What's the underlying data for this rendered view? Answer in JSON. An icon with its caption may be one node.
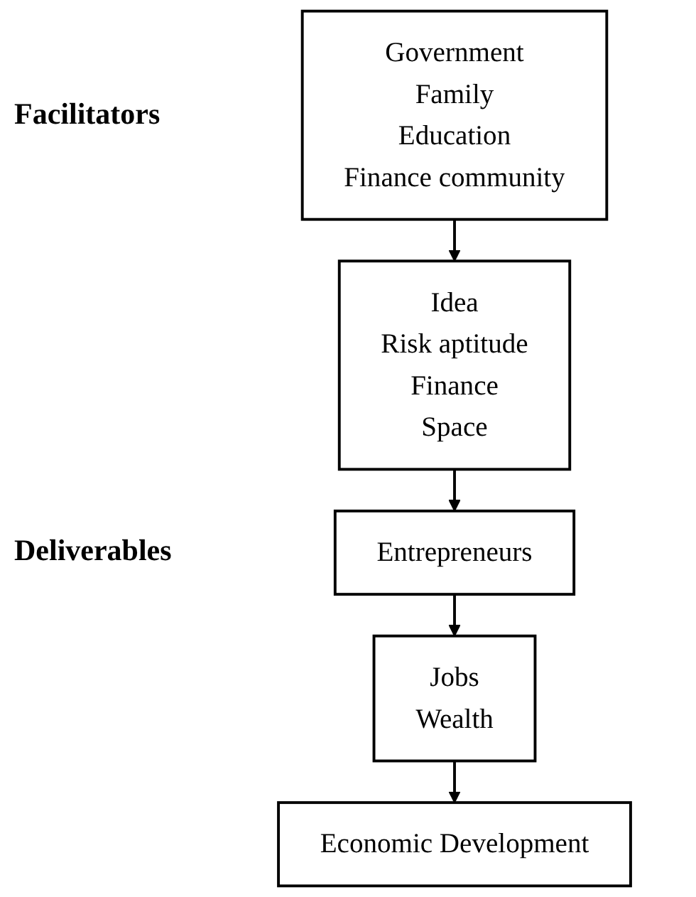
{
  "diagram": {
    "nodes": [
      {
        "text": [
          "Government",
          "Family",
          "Education",
          "Finance community"
        ]
      },
      {
        "text": [
          "Idea",
          "Risk aptitude",
          "Finance",
          "Space"
        ]
      },
      {
        "text": [
          "Entrepreneurs"
        ]
      },
      {
        "text": [
          "Jobs",
          "Wealth"
        ]
      },
      {
        "text": [
          "Economic Development"
        ]
      }
    ],
    "edges": [
      {
        "from": 0,
        "to": 1,
        "arrow": "to"
      },
      {
        "from": 1,
        "to": 2,
        "arrow": "to"
      },
      {
        "from": 2,
        "to": 3,
        "arrow": "to"
      },
      {
        "from": 3,
        "to": 4,
        "arrow": "to"
      }
    ],
    "labels": [
      "Facilitators",
      "Deliverables"
    ]
  }
}
